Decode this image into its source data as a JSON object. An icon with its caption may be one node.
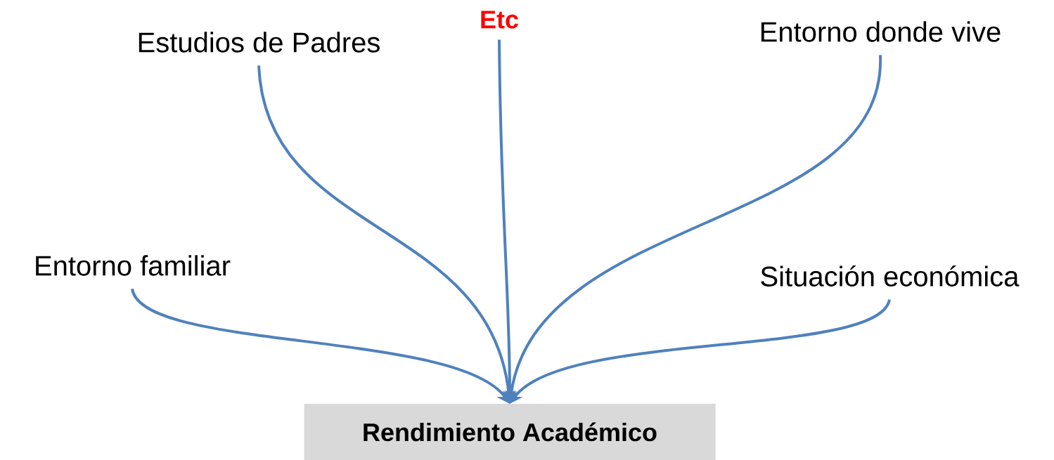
{
  "diagram": {
    "nodes": [
      {
        "text": [
          "Estudios de Padres"
        ]
      },
      {
        "text": [
          "Etc"
        ]
      },
      {
        "text": [
          "Entorno donde vive"
        ]
      },
      {
        "text": [
          "Entorno familiar"
        ]
      },
      {
        "text": [
          "Situación económica"
        ]
      },
      {
        "text": [
          "Rendimiento Académico"
        ]
      }
    ],
    "edges": [
      {
        "from": 0,
        "to": 5,
        "arrow": "to"
      },
      {
        "from": 1,
        "to": 5,
        "arrow": "to"
      },
      {
        "from": 2,
        "to": 5,
        "arrow": "to"
      },
      {
        "from": 3,
        "to": 5,
        "arrow": "to"
      },
      {
        "from": 4,
        "to": 5,
        "arrow": "to"
      }
    ]
  }
}
